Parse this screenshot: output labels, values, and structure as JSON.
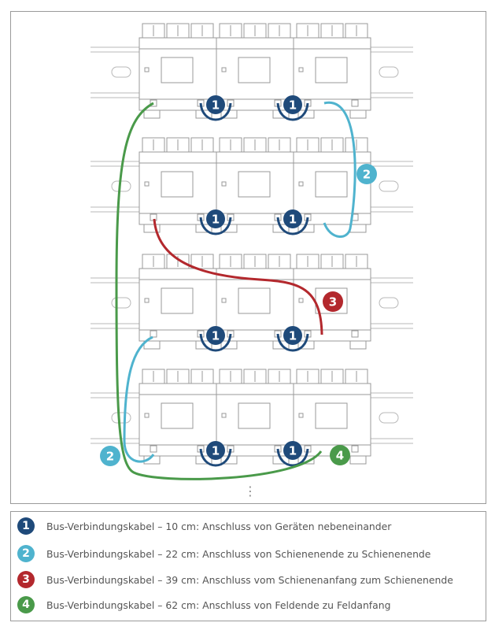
{
  "colors": {
    "cable_1": "#1f4a7a",
    "cable_2": "#4fb3ce",
    "cable_3": "#b3282d",
    "cable_4": "#4a9a4a",
    "device_stroke": "#999999",
    "rail_stroke": "#b8b8b8"
  },
  "diagram": {
    "badges": {
      "b1": "1",
      "b2": "2",
      "b3": "3",
      "b4": "4"
    },
    "continuation": "⋮"
  },
  "legend": {
    "items": [
      {
        "number": "1",
        "text": "Bus-Verbindungskabel – 10 cm: Anschluss von Geräten nebeneinander"
      },
      {
        "number": "2",
        "text": "Bus-Verbindungskabel – 22 cm: Anschluss von Schienenende zu Schienenende"
      },
      {
        "number": "3",
        "text": "Bus-Verbindungskabel – 39 cm: Anschluss vom Schienenanfang zum Schienenende"
      },
      {
        "number": "4",
        "text": "Bus-Verbindungskabel – 62 cm: Anschluss von Feldende zu Feldanfang"
      }
    ]
  }
}
